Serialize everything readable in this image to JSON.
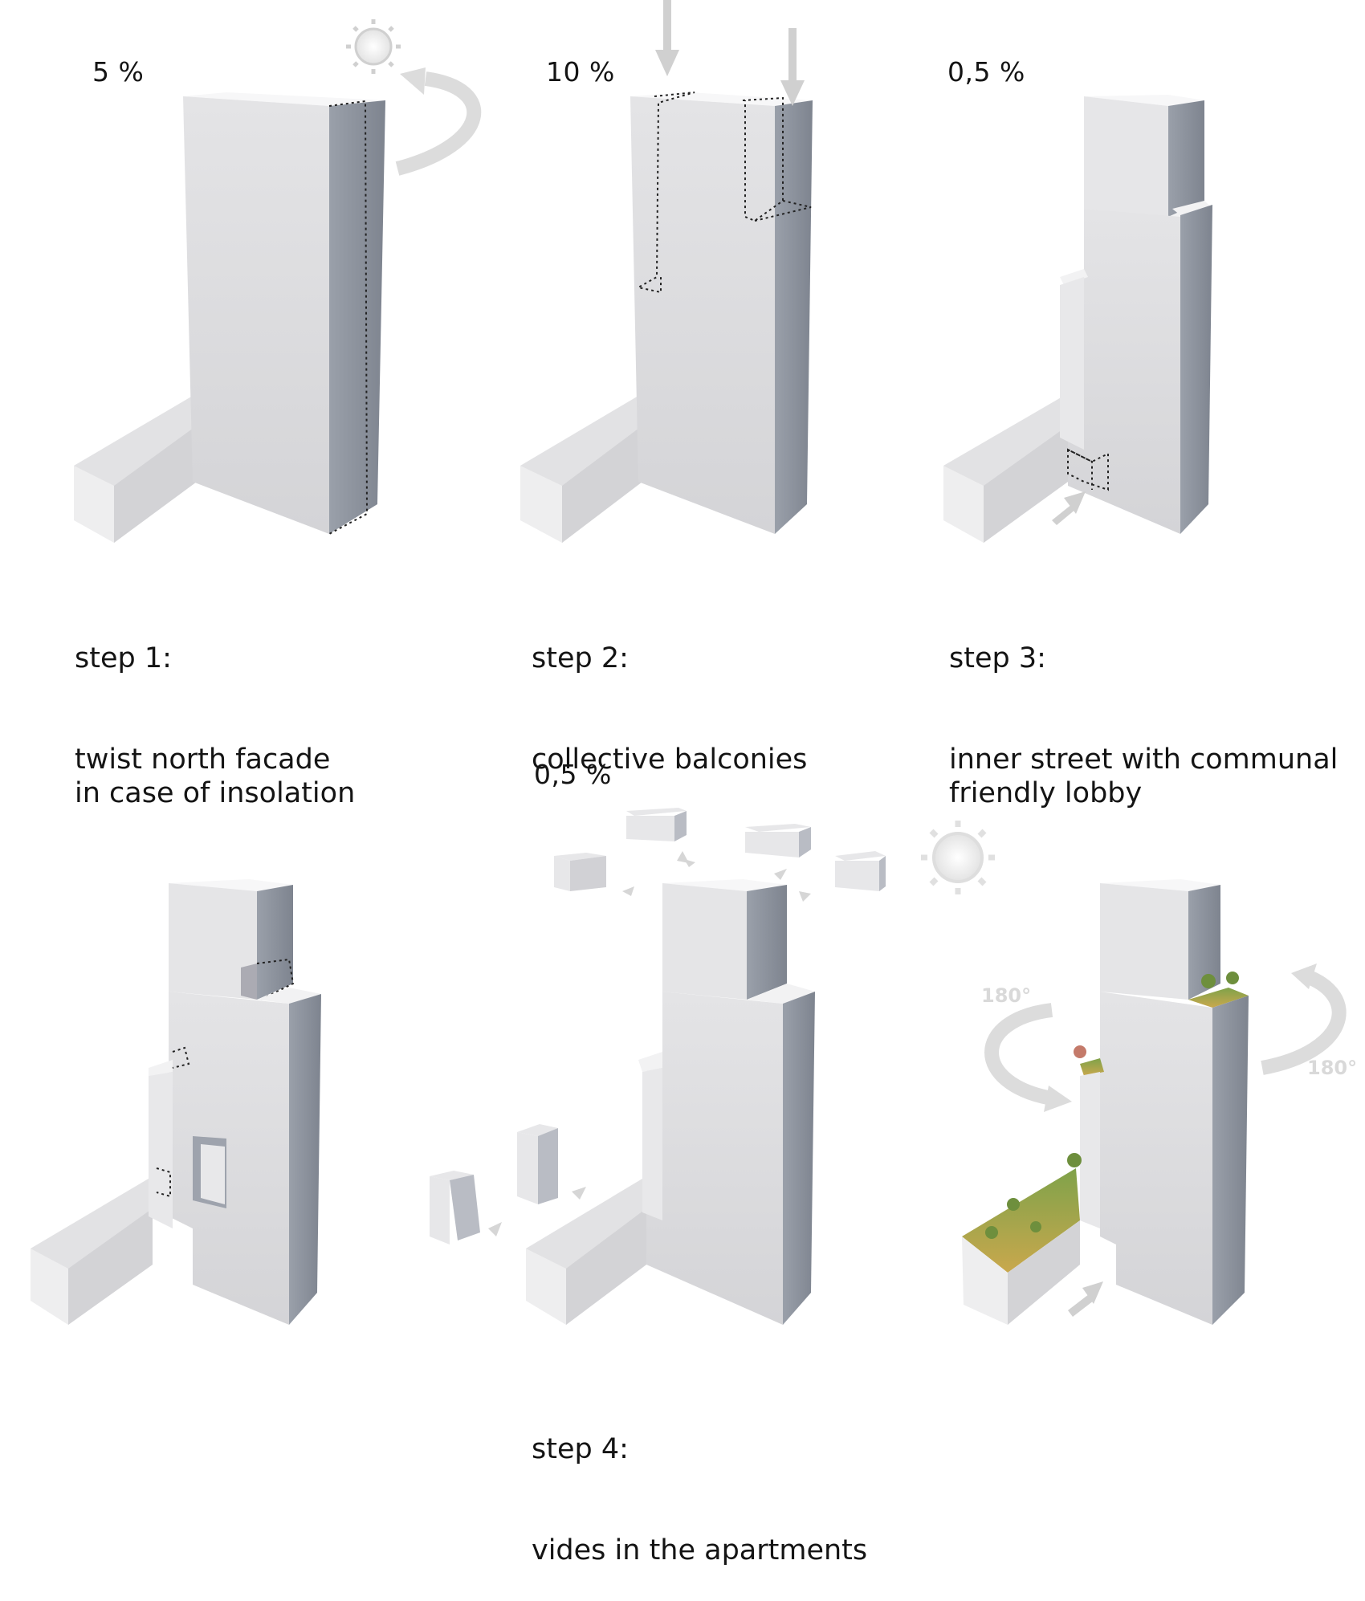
{
  "diagrams": [
    {
      "percent": "5 %",
      "step_title": "step 1:",
      "step_desc": "twist north facade\nin case of insolation"
    },
    {
      "percent": "10 %",
      "step_title": "step 2:",
      "step_desc": "collective balconies"
    },
    {
      "percent": "0,5 %",
      "step_title": "step 3:",
      "step_desc": "inner street with communal\nfriendly lobby"
    },
    {
      "percent": "0,5 %",
      "step_title": "step 4:",
      "step_desc": "vides in the apartments"
    }
  ],
  "rotation_labels": [
    "180°",
    "180°"
  ],
  "icons": [
    "sun-icon",
    "rotate-arrow-icon",
    "down-arrow-icon",
    "entrance-arrow-icon",
    "tree-icon"
  ],
  "colors": {
    "face_top": "#f7f7f8",
    "face_front": "#dcdcde",
    "face_side": "#8a8f99",
    "arrow": "#d6d6d6"
  }
}
